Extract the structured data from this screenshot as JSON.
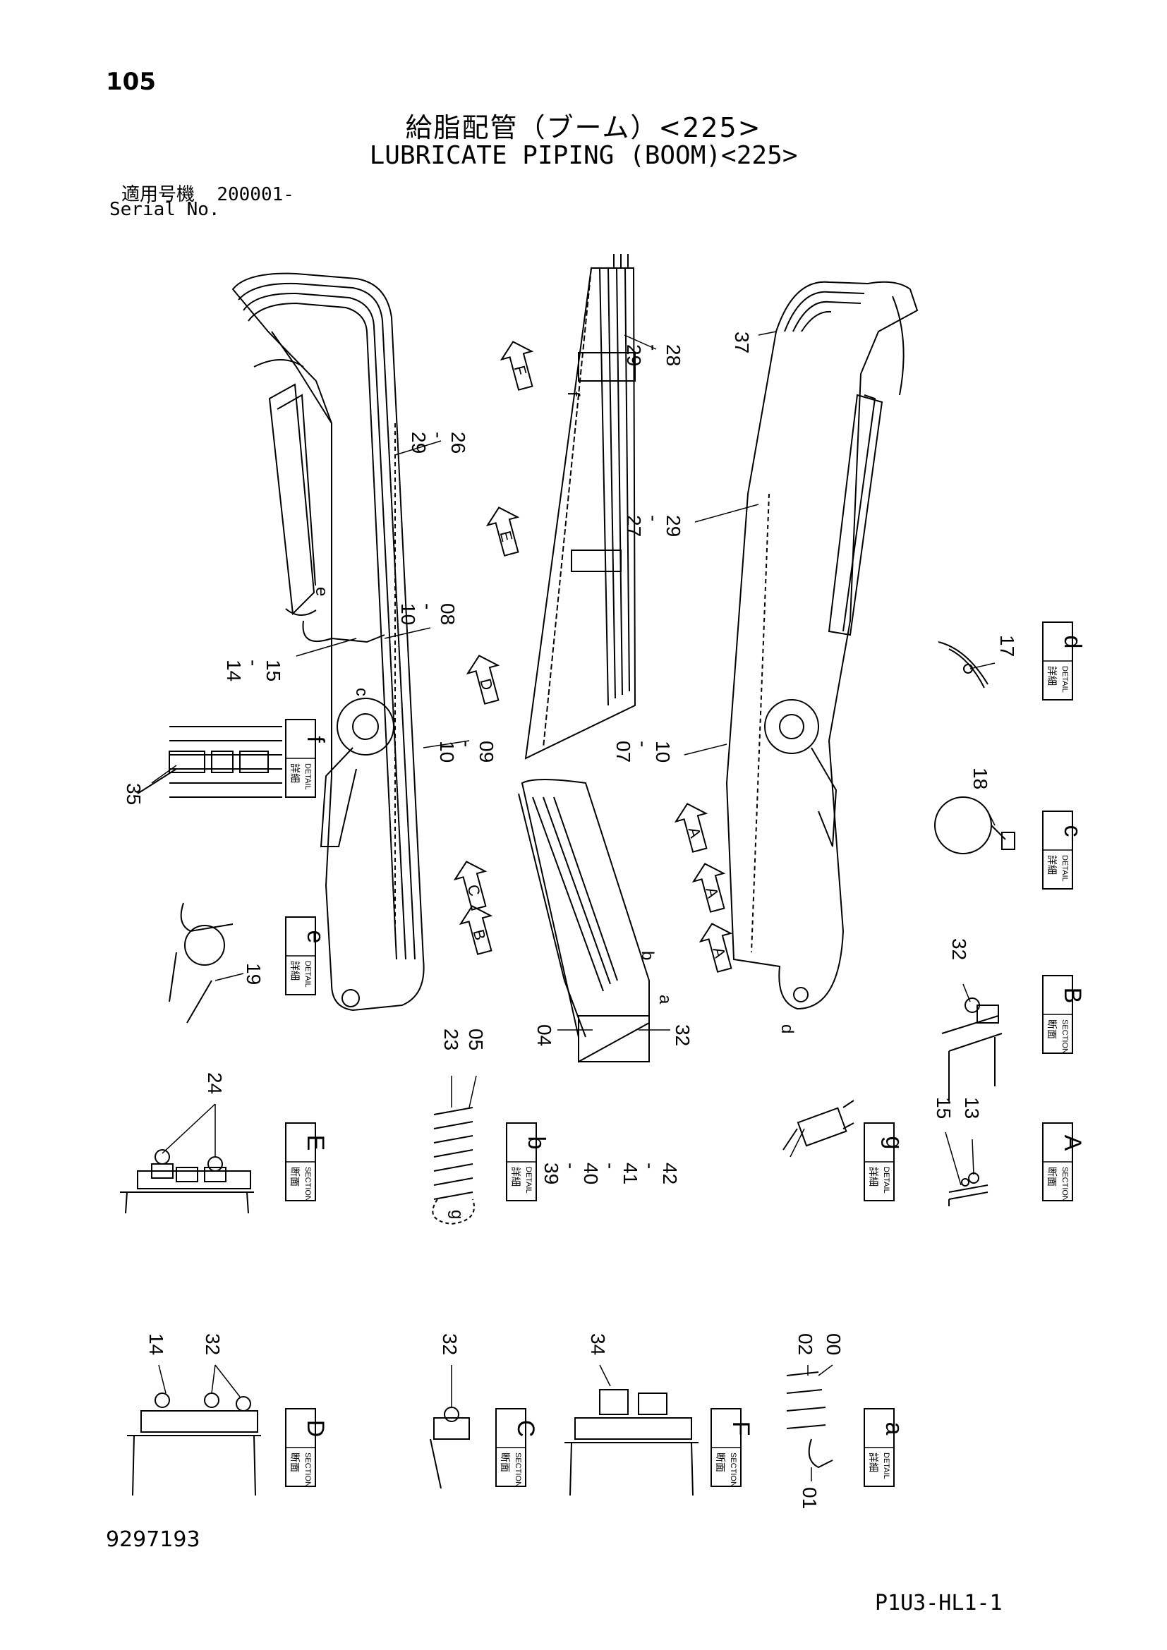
{
  "page_number": "105",
  "title_jp": "給脂配管（ブーム）<225>",
  "title_en": "LUBRICATE PIPING (BOOM)<225>",
  "serial_label_jp": "適用号機",
  "serial_range": "200001-",
  "serial_label_en": "Serial No.",
  "document_number": "9297193",
  "figure_code": "P1U3-HL1-1",
  "box_words": {
    "detail_jp": "詳細",
    "section_jp": "断面",
    "detail_en": "DETAIL",
    "section_en": "SECTION"
  },
  "view_boxes": [
    {
      "letter": "f",
      "type": "detail"
    },
    {
      "letter": "e",
      "type": "detail"
    },
    {
      "letter": "d",
      "type": "detail"
    },
    {
      "letter": "c",
      "type": "detail"
    },
    {
      "letter": "B",
      "type": "section"
    },
    {
      "letter": "E",
      "type": "section"
    },
    {
      "letter": "b",
      "type": "detail"
    },
    {
      "letter": "g",
      "type": "detail"
    },
    {
      "letter": "A",
      "type": "section"
    },
    {
      "letter": "D",
      "type": "section"
    },
    {
      "letter": "C",
      "type": "section"
    },
    {
      "letter": "F",
      "type": "section"
    },
    {
      "letter": "a",
      "type": "detail"
    }
  ],
  "view_arrows": [
    "F",
    "E",
    "D",
    "C",
    "B",
    "A",
    "A",
    "A"
  ],
  "callouts": [
    "26\n-\n29",
    "08\n-\n10",
    "15\n-\n14",
    "09\n-\n10",
    "28\n-\n29",
    "37",
    "29\n-\n27",
    "10\n-\n07",
    "17",
    "18",
    "35",
    "19",
    "32",
    "24",
    "23",
    "05",
    "04",
    "32",
    "15",
    "13",
    "42\n-\n41\n-\n40\n-\n39",
    "14",
    "32",
    "32",
    "34",
    "02",
    "00",
    "01"
  ],
  "markers": [
    "e",
    "c",
    "f",
    "b",
    "a",
    "d",
    "g"
  ]
}
